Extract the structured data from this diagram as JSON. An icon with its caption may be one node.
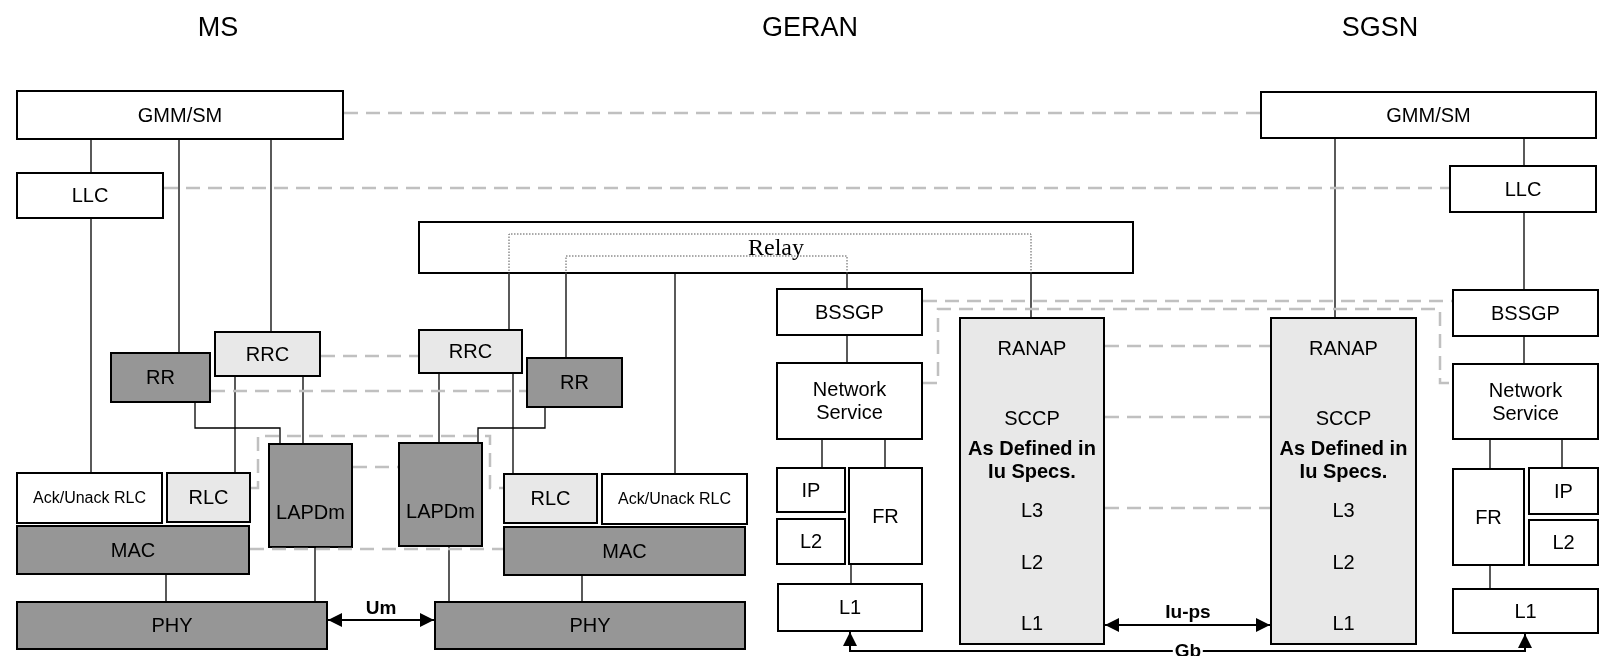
{
  "diagram": {
    "nodes": [
      {
        "text": [
          "GMM/SM"
        ]
      },
      {
        "text": [
          "LLC"
        ]
      },
      {
        "text": [
          "RR"
        ]
      },
      {
        "text": [
          "RRC"
        ]
      },
      {
        "text": [
          "Ack/Unack RLC"
        ]
      },
      {
        "text": [
          "RLC"
        ]
      },
      {
        "text": [
          "MAC"
        ]
      },
      {
        "text": [
          "LAPDm"
        ]
      },
      {
        "text": [
          "PHY"
        ]
      },
      {
        "text": [
          "Relay"
        ]
      },
      {
        "text": [
          "RRC"
        ]
      },
      {
        "text": [
          "RR"
        ]
      },
      {
        "text": [
          "LAPDm"
        ]
      },
      {
        "text": [
          "RLC"
        ]
      },
      {
        "text": [
          "Ack/Unack RLC"
        ]
      },
      {
        "text": [
          "MAC"
        ]
      },
      {
        "text": [
          "PHY"
        ]
      },
      {
        "text": [
          "BSSGP"
        ]
      },
      {
        "text": [
          "Network Service"
        ]
      },
      {
        "text": [
          "IP"
        ]
      },
      {
        "text": [
          "L2"
        ]
      },
      {
        "text": [
          "FR"
        ]
      },
      {
        "text": [
          "L1"
        ]
      },
      {
        "text": [
          "RANAP",
          "SCCP",
          "As Defined in Iu Specs.",
          "L3",
          "L2",
          "L1"
        ]
      },
      {
        "text": [
          "RANAP",
          "SCCP",
          "As Defined in Iu Specs.",
          "L3",
          "L2",
          "L1"
        ]
      },
      {
        "text": [
          "GMM/SM"
        ]
      },
      {
        "text": [
          "LLC"
        ]
      },
      {
        "text": [
          "BSSGP"
        ]
      },
      {
        "text": [
          "Network Service"
        ]
      },
      {
        "text": [
          "FR"
        ]
      },
      {
        "text": [
          "IP"
        ]
      },
      {
        "text": [
          "L2"
        ]
      },
      {
        "text": [
          "L1"
        ]
      }
    ],
    "edges": [
      {
        "from": 0,
        "to": 1,
        "arrow": "none"
      },
      {
        "from": 0,
        "to": 2,
        "arrow": "none"
      },
      {
        "from": 0,
        "to": 3,
        "arrow": "none"
      },
      {
        "from": 1,
        "to": 4,
        "arrow": "none"
      },
      {
        "from": 3,
        "to": 5,
        "arrow": "none"
      },
      {
        "from": 3,
        "to": 7,
        "arrow": "none"
      },
      {
        "from": 2,
        "to": 7,
        "arrow": "none"
      },
      {
        "from": 6,
        "to": 8,
        "arrow": "none"
      },
      {
        "from": 7,
        "to": 8,
        "arrow": "none"
      },
      {
        "from": 9,
        "to": 10,
        "arrow": "none"
      },
      {
        "from": 9,
        "to": 11,
        "arrow": "none"
      },
      {
        "from": 9,
        "to": 14,
        "arrow": "none"
      },
      {
        "from": 9,
        "to": 17,
        "arrow": "none"
      },
      {
        "from": 9,
        "to": 23,
        "arrow": "none"
      },
      {
        "from": 10,
        "to": 12,
        "arrow": "none"
      },
      {
        "from": 11,
        "to": 12,
        "arrow": "none"
      },
      {
        "from": 10,
        "to": 13,
        "arrow": "none"
      },
      {
        "from": 12,
        "to": 16,
        "arrow": "none"
      },
      {
        "from": 15,
        "to": 16,
        "arrow": "none"
      },
      {
        "from": 17,
        "to": 18,
        "arrow": "none"
      },
      {
        "from": 18,
        "to": 19,
        "arrow": "none"
      },
      {
        "from": 18,
        "to": 21,
        "arrow": "none"
      },
      {
        "from": 21,
        "to": 22,
        "arrow": "none"
      },
      {
        "from": 25,
        "to": 24,
        "arrow": "none"
      },
      {
        "from": 25,
        "to": 26,
        "arrow": "none"
      },
      {
        "from": 26,
        "to": 27,
        "arrow": "none"
      },
      {
        "from": 27,
        "to": 28,
        "arrow": "none"
      },
      {
        "from": 28,
        "to": 29,
        "arrow": "none"
      },
      {
        "from": 28,
        "to": 30,
        "arrow": "none"
      },
      {
        "from": 29,
        "to": 32,
        "arrow": "none"
      },
      {
        "from": 0,
        "to": 25,
        "arrow": "none",
        "style": "dashed",
        "color": "#c0c0c0"
      },
      {
        "from": 1,
        "to": 26,
        "arrow": "none",
        "style": "dashed",
        "color": "#c0c0c0"
      },
      {
        "from": 3,
        "to": 10,
        "arrow": "none",
        "style": "dashed",
        "color": "#c0c0c0"
      },
      {
        "from": 2,
        "to": 11,
        "arrow": "none",
        "style": "dashed",
        "color": "#c0c0c0"
      },
      {
        "from": 7,
        "to": 12,
        "arrow": "none",
        "style": "dashed",
        "color": "#c0c0c0"
      },
      {
        "from": 5,
        "to": 13,
        "arrow": "none",
        "style": "dashed",
        "color": "#c0c0c0"
      },
      {
        "from": 6,
        "to": 15,
        "arrow": "none",
        "style": "dashed",
        "color": "#c0c0c0"
      },
      {
        "from": 17,
        "to": 27,
        "arrow": "none",
        "style": "dashed",
        "color": "#c0c0c0"
      },
      {
        "from": 18,
        "to": 28,
        "arrow": "none",
        "style": "dashed",
        "color": "#c0c0c0"
      },
      {
        "from": 23,
        "to": 24,
        "arrow": "none",
        "style": "dashed",
        "color": "#c0c0c0"
      },
      {
        "from": 23,
        "to": 24,
        "arrow": "none",
        "style": "dashed",
        "color": "#c0c0c0"
      },
      {
        "from": 23,
        "to": 24,
        "arrow": "none",
        "style": "dashed",
        "color": "#c0c0c0"
      },
      {
        "from": 8,
        "to": 16,
        "arrow": "both",
        "label": "Um"
      },
      {
        "from": 22,
        "to": 32,
        "arrow": "both",
        "label": "Gb"
      },
      {
        "from": 23,
        "to": 24,
        "arrow": "both",
        "label": "Iu-ps"
      }
    ],
    "labels": [
      "MS",
      "GERAN",
      "SGSN"
    ]
  }
}
